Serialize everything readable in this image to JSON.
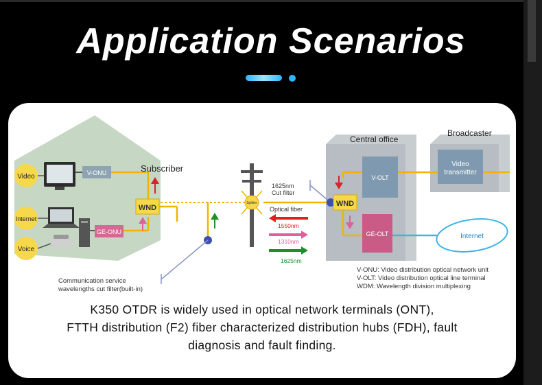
{
  "page": {
    "title": "Application Scenarios",
    "accent_color": "#2fb5ff"
  },
  "diagram": {
    "subscriber_label": "Subscriber",
    "central_office_label": "Central office",
    "broadcaster_label": "Broadcaster",
    "nodes": {
      "video": "Video",
      "internet": "Internet",
      "voice": "Voice",
      "v_onu": "V-ONU",
      "ge_onu": "GE-ONU",
      "wnd_sub": "WND",
      "wnd_co": "WND",
      "splitter": "Splitter",
      "v_olt": "V-OLT",
      "ge_olt": "GE-OLT",
      "video_tx_1": "Video",
      "video_tx_2": "transmitter",
      "internet_cloud": "Internet"
    },
    "cut_filter_1": "1625nm",
    "cut_filter_2": "Cut filter",
    "optical_fiber": "Optical fiber",
    "wavelengths": [
      {
        "label": "1550nm",
        "color": "#e02020"
      },
      {
        "label": "1310nm",
        "color": "#e0609a"
      },
      {
        "label": "1625nm",
        "color": "#1f8f2a"
      }
    ],
    "comm_filter_1": "Communication service",
    "comm_filter_2": "wavelengths cut filter(built-in)",
    "legend": [
      "V-ONU: Video distribution optical network unit",
      "V-OLT: Video distribution optical line terminal",
      "WDM: Wavelength division multiplexing"
    ]
  },
  "caption": {
    "line1": "K350 OTDR is widely used in optical network terminals (ONT),",
    "line2": "FTTH distribution (F2) fiber characterized distribution hubs (FDH), fault",
    "line3": "diagnosis and fault finding."
  }
}
